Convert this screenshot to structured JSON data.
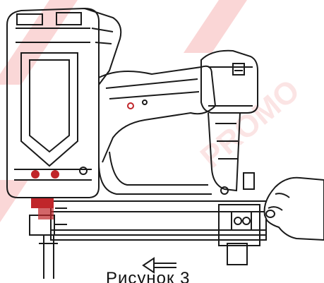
{
  "figure": {
    "caption_fragment": "Рисунок 3"
  },
  "watermark": {
    "text": "PROMO",
    "color": "#f28b8b"
  },
  "drawing": {
    "line_color": "#1a1a1a",
    "accent_color": "#c0262a"
  },
  "icons": {
    "arrow": "direction-arrow-left",
    "hand": "hand-pushing-magazine"
  }
}
